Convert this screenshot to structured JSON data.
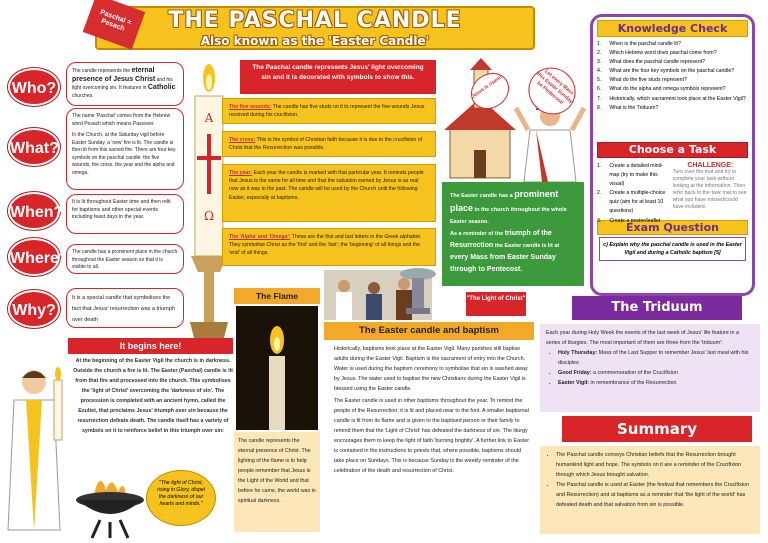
{
  "title": {
    "main": "THE PASCHAL CANDLE",
    "sub": "Also known as the 'Easter Candle'",
    "corner": "Paschal = Pesach"
  },
  "who": {
    "label": "Who?",
    "text_pre": "The candle represents the ",
    "bold1": "eternal presence of Jesus Christ",
    "text_mid": " and his light overcoming sin. It features in ",
    "bold2": "Catholic",
    "text_post": " churches."
  },
  "what": {
    "label": "What?",
    "p1": "The name 'Paschal' comes from the Hebrew word Pesach which means Passover.",
    "p2": "In the Church, at the Saturday vigil before Easter Sunday, a 'new' fire is lit. The candle is then lit from this sacred fire. There are four key symbols on the paschal candle: the five wounds, the cross, the year and the alpha and omega."
  },
  "when": {
    "label": "When?",
    "text": "It is lit throughout Easter time and then relit for baptisms and other special events including feast days in the year."
  },
  "where": {
    "label": "Where?",
    "text": "The candle has a prominent place in the church throughout the Easter season so that it is visible to all."
  },
  "why": {
    "label": "Why?",
    "text": "It is a special candle that symbolises the fact that Jesus' resurrection was a triumph over death"
  },
  "intro_banner": "The Paschal candle represents Jesus' light overcoming sin and it is decorated with symbols to show this.",
  "symbols": [
    {
      "head": "The five wounds:",
      "text": " The candle has five studs on it to represent the five wounds Jesus received during his crucifixion."
    },
    {
      "head": "The cross:",
      "text": " This is the symbol of Christian faith because it is due to the crucifixion of Christ that the Resurrection was possible."
    },
    {
      "head": "The year:",
      "text": " Each year the candle is marked with that particular year. It reminds people that Jesus is the same for all time and that the salvation earned by Jesus is as real now as it was in the past. The candle will be used by the Church until the following Easter, especially at baptisms."
    },
    {
      "head": "The 'Alpha' and 'Omega':",
      "text": " These are the first and last letters in the Greek alphabet. They symbolise Christ as the 'first' and the 'last'; the 'beginning' of all things and the 'end' of all things."
    }
  ],
  "jesus_speech1": "Jesus is risen!!",
  "jesus_speech2": "Let every Mass this Easter Sunday be Pentecost!",
  "green_box": {
    "l1": "The Easter candle has a ",
    "l1b": "prominent place",
    "l2": " in the church throughout the whole Easter season.",
    "l3": "As a reminder of the ",
    "l3b": "triumph of the Resurrection",
    "l4": " the Easter candle is lit at ",
    "l4b": "every Mass from Easter Sunday through to Pentecost."
  },
  "knowledge_check": {
    "title": "Knowledge Check",
    "items": [
      "When is the paschal candle lit?",
      "Which Hebrew word does paschal come from?",
      "What does the paschal candle represent?",
      "What are the four key symbols on the paschal candle?",
      "What do the five studs represent?",
      "What do the alpha and omega symbols represent?",
      "Historically, which sacrament took place at the Easter Vigil?",
      "What is the Triduum?"
    ],
    "task_title": "Choose a Task",
    "tasks": [
      "Create a detailed mind-map (try to make this visual)",
      "Create a multiple-choice quiz (aim for at least 10 questions)",
      "Create a poster/leaflet"
    ],
    "challenge_title": "CHALLENGE:",
    "challenge_text": "Turn over the mat and try to complete your task without looking at the information. Then refer back to the task mat to see what you have missed/could have included.",
    "exam_title": "Exam Question",
    "exam_text": "c) Explain why the paschal candle is used in the Easter Vigil and during a Catholic baptism [5]"
  },
  "begins": {
    "title": "It begins here!",
    "text": "At the beginning of the Easter Vigil the church is in darkness. Outside the church a fire is lit. The Easter (Paschal) candle is lit from that fire and processed into the church. This symbolises the 'light of Christ' overcoming the 'darkness of sin'. The procession is completed with an ancient hymn, called the Exultet, that proclaims Jesus' triumph over sin because the resurrection defeats death. The candle itself has a variety of symbols on it to reinforce belief in this triumph over sin:"
  },
  "light_speech": "\"The light of Christ, rising in Glory, dispel the darkness of our hearts and minds.\"",
  "flame": {
    "title": "The Flame",
    "text": "The candle represents the eternal presence of Christ. The lighting of the flame is to help people remember that Jesus is the Light of the World and that before he came, the world was in spiritual darkness."
  },
  "light_of_christ": "\"The Light of Christ\"",
  "baptism": {
    "title": "The Easter candle and baptism",
    "p1": "Historically, baptisms took place at the Easter Vigil. Many parishes still baptise adults during the Easter Vigil. Baptism is the sacrament of entry into the Church. Water is used during the baptism ceremony to symbolise that sin is washed away by Jesus. The water used to baptise the new Christians during the Easter Vigil is blessed using the Easter candle.",
    "p2": "The Easter candle is used in other baptisms throughout the year. To remind the people of the Resurrection, it is lit and placed near to the font. A smaller baptismal candle is lit from its flame and is given to the baptised person or their family to remind them that the 'Light of Christ' has defeated the darkness of sin. The liturgy encourages them to keep the light of faith 'burning brightly'. A further link to Easter is contained in the instructions to priests that, where possible, baptisms should take place on Sundays. This is because Sunday is the weekly reminder of the celebration of the death and resurrection of Christ."
  },
  "triduum": {
    "title": "The Triduum",
    "intro": "Each year during Holy Week the events of the last week of Jesus' life feature in a series of liturgies. The most important of them are three from the 'triduum':",
    "items": [
      {
        "head": "Holy Thursday:",
        "text": " Mass of the Last Supper to remember Jesus' last meal with his disciples"
      },
      {
        "head": "Good Friday:",
        "text": " a commemoration of the Crucifixion"
      },
      {
        "head": "Easter Vigil:",
        "text": " in remembrance of the Resurrection"
      }
    ]
  },
  "summary": {
    "title": "Summary",
    "items": [
      "The Paschal candle conveys Christian beliefs that the Resurrection brought humankind light and hope. The symbols on it are a reminder of the Crucifixion through which Jesus brought salvation.",
      "The Paschal candle is used at Easter (the festival that remembers the Crucifixion and Resurrection) and at baptisms as a reminder that 'the light of the world' has defeated death and that salvation from sin is possible."
    ]
  },
  "candle_symbols": {
    "alpha": "A",
    "omega": "Ω"
  },
  "colors": {
    "red": "#d8252a",
    "gold": "#f6c21d",
    "purple": "#7b2b9e",
    "green": "#3c9a3c",
    "orange": "#f2a92a"
  }
}
